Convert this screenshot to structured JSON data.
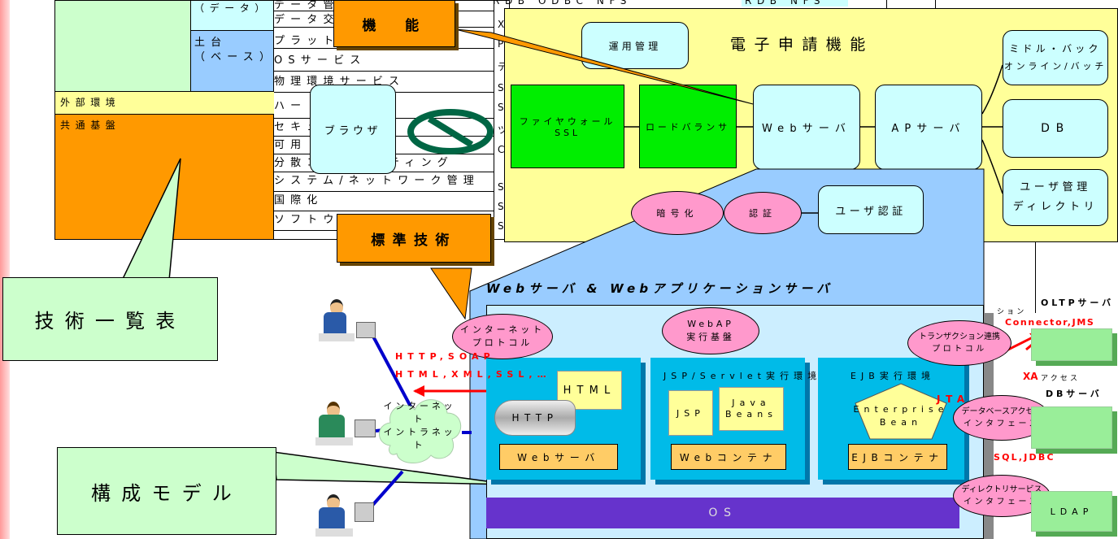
{
  "left_table": {
    "cell_data": "（データ）",
    "cell_base_1": "土台",
    "cell_base_2": "（ベース）",
    "rows_mid": [
      "データ管",
      "データ交",
      "プラットフォーム連携",
      "OSサービス",
      "物理環境サービス"
    ],
    "row_external": "外部環境",
    "row_common": "共通基盤",
    "rows_lower": [
      "ハード",
      "セキュ",
      "可用",
      "分散コンピューティング",
      "システム/ネットワーク管理",
      "国際化",
      "ソフトウ"
    ],
    "right_col_letters": [
      "X",
      "P",
      "デ",
      "S",
      "S",
      "ツ",
      "C",
      "S",
      "S",
      "S"
    ],
    "top_text_1": "RDB ODBC NFS",
    "top_text_2": "RDB NFS"
  },
  "labels": {
    "kinou": "機　能",
    "hyoujun": "標準技術",
    "gijutsu_ichiran": "技術一覧表",
    "kousei_model": "構成モデル"
  },
  "electronic": {
    "title": "電子申請機能",
    "unyou": "運用管理",
    "middle_line1": "ミドル・バック",
    "middle_line2": "オンライン/バッチ",
    "browser": "ブラウザ",
    "firewall_line1": "ファイヤウォール",
    "firewall_line2": "SSL",
    "loadbalancer": "ロードバランサ",
    "webserver": "Webサーバ",
    "apserver": "APサーバ",
    "db": "DB",
    "usermgmt_line1": "ユーザ管理",
    "usermgmt_line2": "ディレクトリ",
    "angouka": "暗号化",
    "ninsho": "認証",
    "user_ninsho": "ユーザ認証"
  },
  "model": {
    "title": "Webサーバ & Webアプリケーションサーバ",
    "internet_protocol_1": "インターネット",
    "internet_protocol_2": "プロトコル",
    "webap_1": "WebAP",
    "webap_2": "実行基盤",
    "tx_1": "トランザクション連携",
    "tx_2": "プロトコル",
    "http_text_1": "HTTP,SOAP",
    "http_text_2": "HTML,XML,SSL,…",
    "cloud_1": "インターネット",
    "cloud_2": "イントラネット",
    "jsp_env": "JSP/Servlet実行環境",
    "ejb_env": "EJB実行環境",
    "html": "HTML",
    "http": "HTTP",
    "jsp": "JSP",
    "javabeans_1": "Java",
    "javabeans_2": "Beans",
    "eb_1": "Enterprise",
    "eb_2": "Bean",
    "webserver_bar": "Webサーバ",
    "webcontainer_bar": "Webコンテナ",
    "ejbcontainer_bar": "EJBコンテナ",
    "os": "OS",
    "jta": "JTA",
    "db_access_1": "データベースアクセス",
    "db_access_2": "インタフェース",
    "dir_1": "ディレクトリサービス",
    "dir_2": "インタフェース",
    "shon": "ション",
    "oltp": "OLTPサーバ",
    "connector": "Connector,JMS",
    "xa": "XA",
    "access": "アクセス",
    "dbserver": "DBサーバ",
    "sqljdbc": "SQL,JDBC",
    "ldap": "LDAP"
  },
  "colors": {
    "orange": "#ff9900",
    "yellow": "#ffff99",
    "lightblue": "#99ccff",
    "pink": "#ff99cc",
    "green": "#00ee00",
    "teal": "#00bbe8",
    "red": "#ff0000"
  }
}
